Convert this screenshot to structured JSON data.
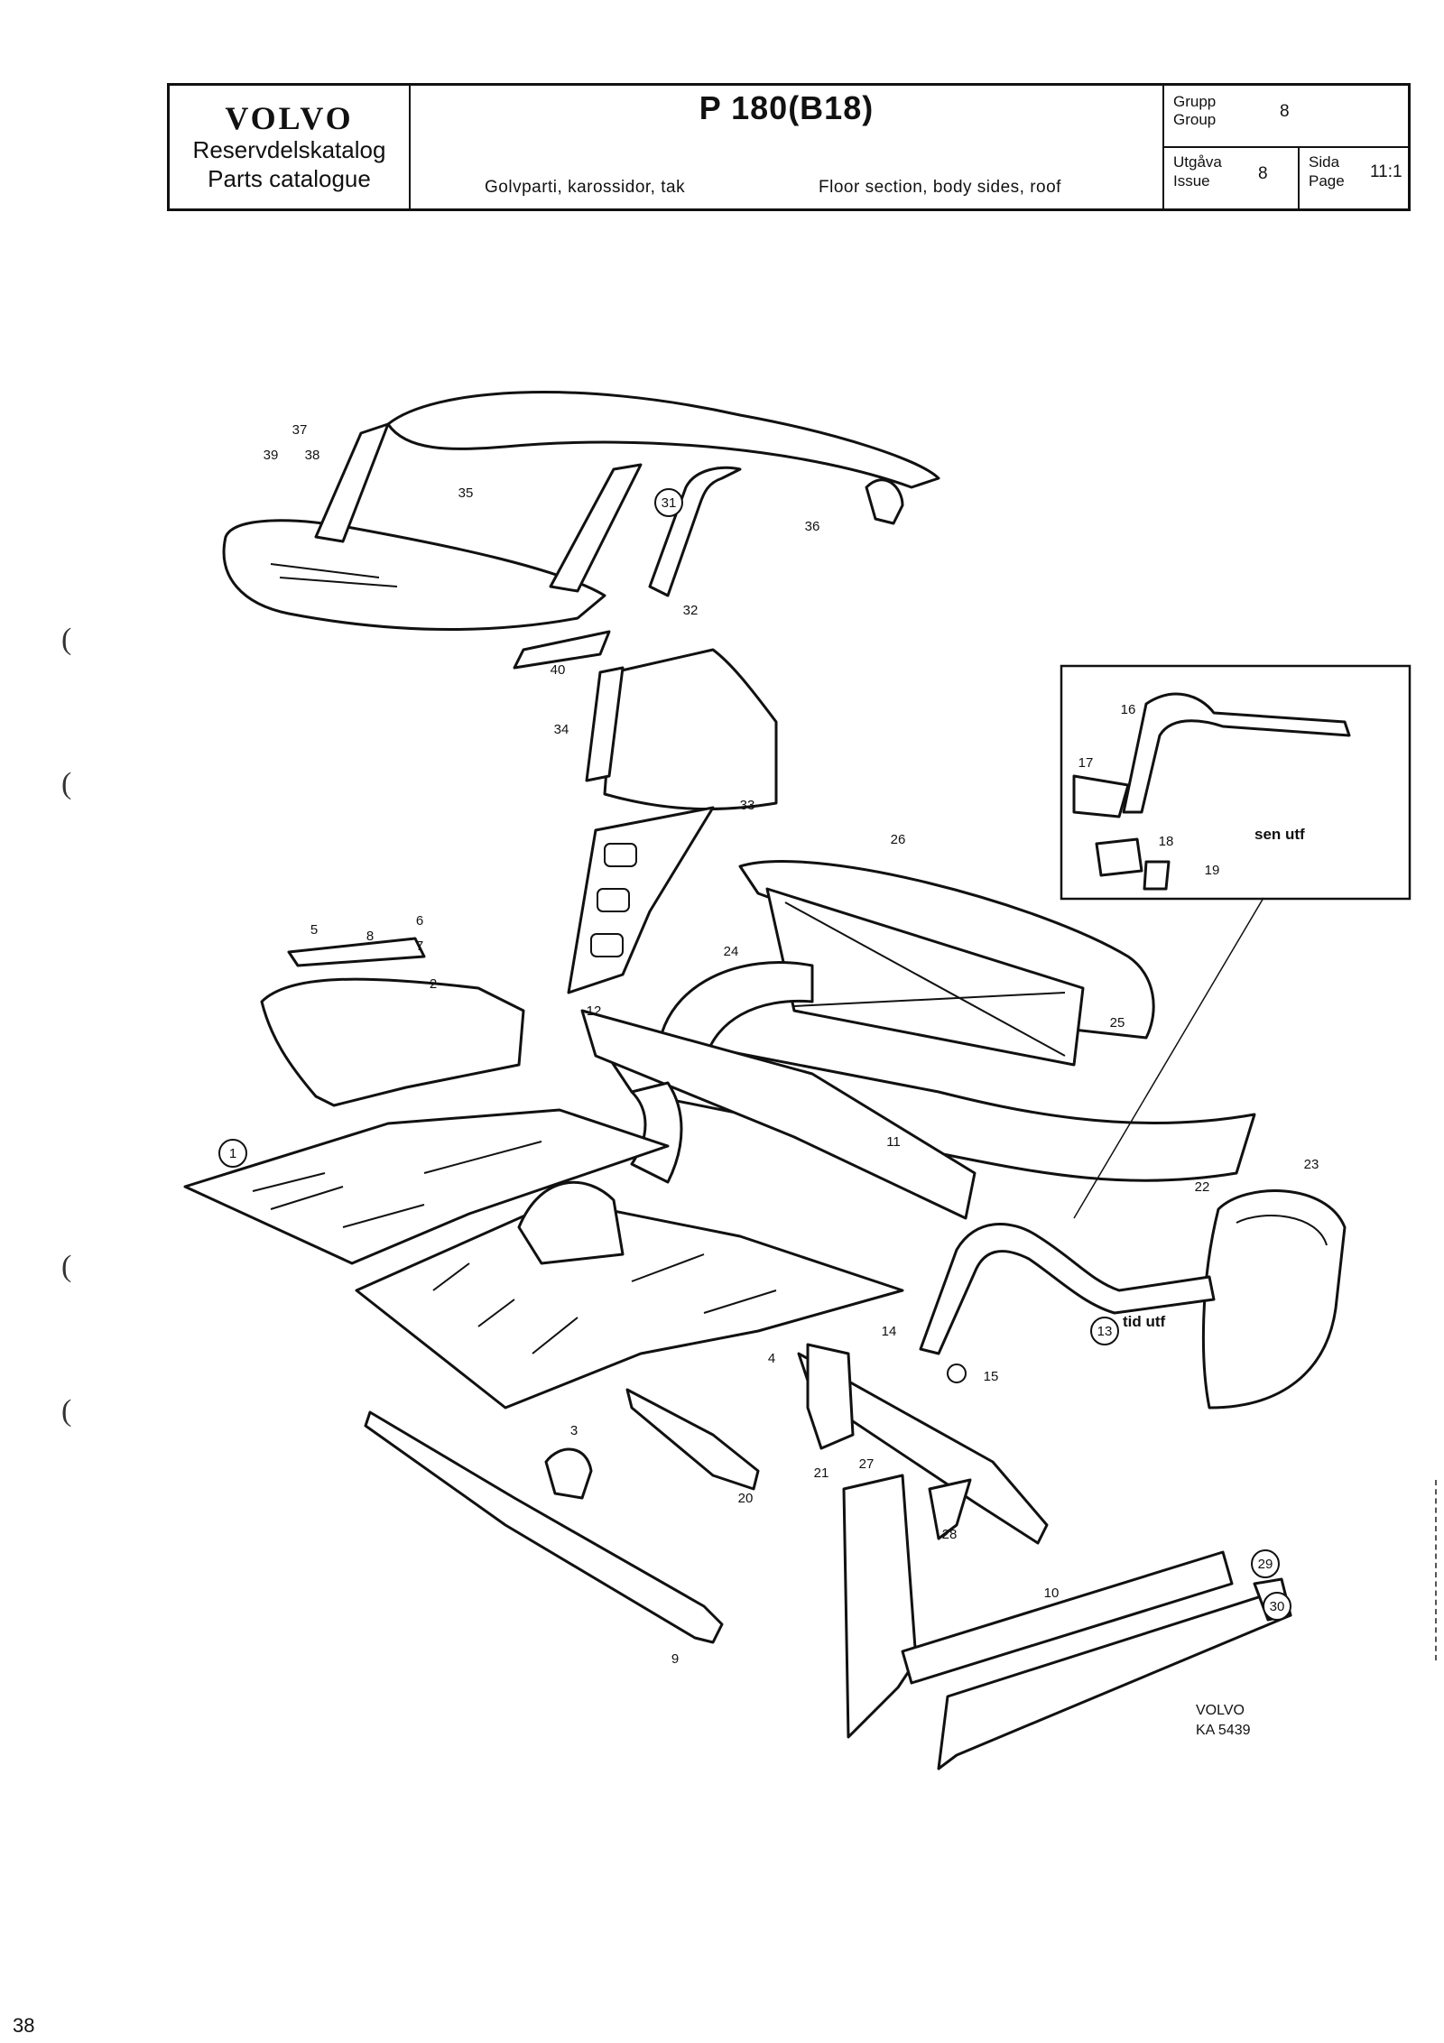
{
  "header": {
    "brand": "VOLVO",
    "catalog_sv": "Reservdelskatalog",
    "catalog_en": "Parts catalogue",
    "model": "P 180(B18)",
    "section_sv": "Golvparti, karossidor, tak",
    "section_en": "Floor section, body sides, roof",
    "group_label_sv": "Grupp",
    "group_label_en": "Group",
    "group_value": "8",
    "issue_label_sv": "Utgåva",
    "issue_label_en": "Issue",
    "issue_value": "8",
    "page_label_sv": "Sida",
    "page_label_en": "Page",
    "page_value": "11:1"
  },
  "drawing": {
    "callouts": [
      {
        "id": "c1",
        "text": "1",
        "circled": true
      },
      {
        "id": "c2",
        "text": "2",
        "circled": false
      },
      {
        "id": "c3",
        "text": "3",
        "circled": false
      },
      {
        "id": "c4",
        "text": "4",
        "circled": false
      },
      {
        "id": "c5",
        "text": "5",
        "circled": false
      },
      {
        "id": "c6",
        "text": "6",
        "circled": false
      },
      {
        "id": "c7",
        "text": "7",
        "circled": false
      },
      {
        "id": "c8",
        "text": "8",
        "circled": false
      },
      {
        "id": "c9",
        "text": "9",
        "circled": false
      },
      {
        "id": "c10",
        "text": "10",
        "circled": false
      },
      {
        "id": "c11",
        "text": "11",
        "circled": false
      },
      {
        "id": "c12",
        "text": "12",
        "circled": false
      },
      {
        "id": "c13",
        "text": "13",
        "circled": true
      },
      {
        "id": "c14",
        "text": "14",
        "circled": false
      },
      {
        "id": "c15",
        "text": "15",
        "circled": false
      },
      {
        "id": "c16",
        "text": "16",
        "circled": false
      },
      {
        "id": "c17",
        "text": "17",
        "circled": false
      },
      {
        "id": "c18",
        "text": "18",
        "circled": false
      },
      {
        "id": "c19",
        "text": "19",
        "circled": false
      },
      {
        "id": "c20",
        "text": "20",
        "circled": false
      },
      {
        "id": "c21",
        "text": "21",
        "circled": false
      },
      {
        "id": "c22",
        "text": "22",
        "circled": false
      },
      {
        "id": "c23",
        "text": "23",
        "circled": false
      },
      {
        "id": "c24",
        "text": "24",
        "circled": false
      },
      {
        "id": "c25",
        "text": "25",
        "circled": false
      },
      {
        "id": "c26",
        "text": "26",
        "circled": false
      },
      {
        "id": "c27",
        "text": "27",
        "circled": false
      },
      {
        "id": "c28",
        "text": "28",
        "circled": false
      },
      {
        "id": "c29",
        "text": "29",
        "circled": true
      },
      {
        "id": "c30",
        "text": "30",
        "circled": true
      },
      {
        "id": "c31",
        "text": "31",
        "circled": true
      },
      {
        "id": "c32",
        "text": "32",
        "circled": false
      },
      {
        "id": "c33",
        "text": "33",
        "circled": false
      },
      {
        "id": "c34",
        "text": "34",
        "circled": false
      },
      {
        "id": "c35",
        "text": "35",
        "circled": false
      },
      {
        "id": "c36",
        "text": "36",
        "circled": false
      },
      {
        "id": "c37",
        "text": "37",
        "circled": false
      },
      {
        "id": "c38",
        "text": "38",
        "circled": false
      },
      {
        "id": "c39",
        "text": "39",
        "circled": false
      },
      {
        "id": "c40",
        "text": "40",
        "circled": false
      }
    ],
    "inset_label": "sen utf",
    "variant_label": "tid utf",
    "ref_brand": "VOLVO",
    "ref_code": "KA 5439"
  },
  "footer": {
    "page_number": "38"
  },
  "edge_marks": [
    "(",
    "(",
    "(",
    "("
  ]
}
